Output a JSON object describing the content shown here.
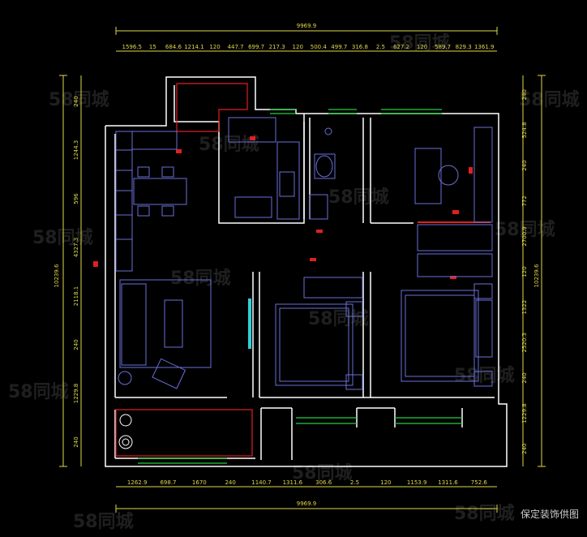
{
  "dims_top_total": "9969.9",
  "dims_top": [
    "1596.5",
    "15",
    "684.6",
    "1214.1",
    "120",
    "447.7",
    "699.7",
    "217.3",
    "120",
    "500.4",
    "499.7",
    "316.8",
    "2.5",
    "627.2",
    "120",
    "589.7",
    "829.3",
    "1361.9"
  ],
  "dims_bottom": [
    "1262.9",
    "698.7",
    "1670",
    "240",
    "1140.7",
    "1311.6",
    "306.6",
    "2.5",
    "120",
    "1153.9",
    "1311.6",
    "752.6"
  ],
  "dims_bottom_total": "9969.9",
  "dims_left": [
    "240",
    "1244.3",
    "596",
    "4327.3",
    "2118.1",
    "240",
    "1229.8",
    "240"
  ],
  "dims_left_total": "10239.6",
  "dims_right": [
    "240",
    "524.8",
    "240",
    "772",
    "2700.9",
    "120",
    "1322",
    "2520.3",
    "240",
    "1229.8",
    "240"
  ],
  "dims_right_total": "10239.6",
  "watermark": "58同城",
  "caption": "保定装饰供图"
}
